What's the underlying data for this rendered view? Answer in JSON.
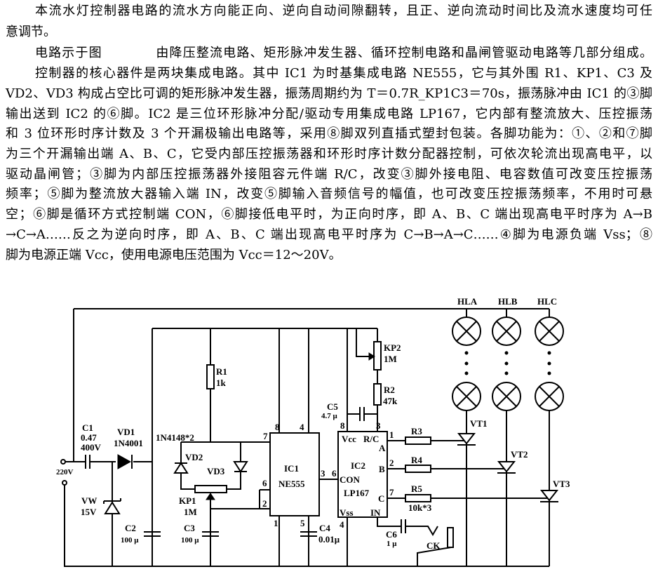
{
  "text": {
    "lines": [
      "本流水灯控制器电路的流水方向能正向、逆向自动间隙翻转，且正、逆向流动时间比及流水速度均可任",
      "意调节。",
      "电路示于图　　　　由降压整流电路、矩形脉冲发生器、循环控制电路和晶闸管驱动电路等几部分组成。",
      "控制器的核心器件是两块集成电路。其中 IC1 为时基集成电路 NE555，它与其外围 R1、KP1、C3 及",
      "VD2、VD3 构成占空比可调的矩形脉冲发生器，振荡周期约为 T＝0.7R_KP1C3＝70s，振荡脉冲由 IC1 的③脚",
      "输出送到 IC2 的⑥脚。IC2 是三位环形脉冲分配/驱动专用集成电路 LP167，它内部有整流放大、压控振荡",
      "和 3 位环形时序计数及 3 个开漏极输出电路等，采用⑧脚双列直插式塑封包装。各脚功能为：①、②和⑦脚",
      "为三个开漏输出端 A、B、C，它受内部压控振荡器和环形时序计数分配器控制，可依次轮流出现高电平，以",
      "驱动晶闸管；③脚为内部压控振荡器外接阻容元件端 R/C，改变③脚外接电阻、电容数值可改变压控振荡",
      "频率；⑤脚为整流放大器输入端 IN，改变⑤脚输入音频信号的幅值，也可改变压控振荡频率，不用时可悬",
      "空；⑥脚是循环方式控制端 CON，⑥脚接低电平时，为正向时序，即 A、B、C 端出现高电平时序为 A→B",
      "→C→A……反之为逆向时序，即 A、B、C 端出现高电平时序为 C→B→A→C……④脚为电源负端 Vss；⑧",
      "脚为电源正端 Vcc，使用电源电压范围为 Vcc＝12～20V。"
    ]
  },
  "diagram": {
    "hla": "HLA",
    "hlb": "HLB",
    "hlc": "HLC",
    "c1": "C1",
    "c1_val": "0.47",
    "c1_v": "400V",
    "vd1": "VD1",
    "vd1_val": "1N4001",
    "ac": "220V",
    "vw": "VW",
    "vw_val": "15V",
    "c2": "C2",
    "c2_val": "100 μ",
    "r1": "R1",
    "r1_val": "1k",
    "diodes": "1N4148*2",
    "vd2": "VD2",
    "vd3": "VD3",
    "kp1": "KP1",
    "kp1_val": "1M",
    "c3": "C3",
    "c3_val": "100 μ",
    "ic1": "IC1",
    "ic1_val": "NE555",
    "c4": "C4",
    "c4_val": "0.01μ",
    "c5": "C5",
    "c5_val": "4.7 μ",
    "kp2": "KP2",
    "kp2_val": "1M",
    "r2": "R2",
    "r2_val": "47k",
    "ic2": "IC2",
    "ic2_con": "CON",
    "ic2_val": "LP167",
    "vcc": "Vcc",
    "rc": "R/C",
    "vss": "Vss",
    "in": "IN",
    "pa": "A",
    "pb": "B",
    "pc": "C",
    "r3": "R3",
    "r4": "R4",
    "r5": "R5",
    "r5_val": "10k*3",
    "vt1": "VT1",
    "vt2": "VT2",
    "vt3": "VT3",
    "c6": "C6",
    "c6_val": "1 μ",
    "ck": "CK",
    "pins": {
      "p8a": "8",
      "p4a": "4",
      "p7": "7",
      "p6a": "6",
      "p2": "2",
      "p3a": "3",
      "p1a": "1",
      "p5": "5",
      "p6b": "6",
      "p8b": "8",
      "p3b": "3",
      "p1b": "1",
      "p2b": "2",
      "p7b": "7",
      "p4b": "4"
    }
  }
}
